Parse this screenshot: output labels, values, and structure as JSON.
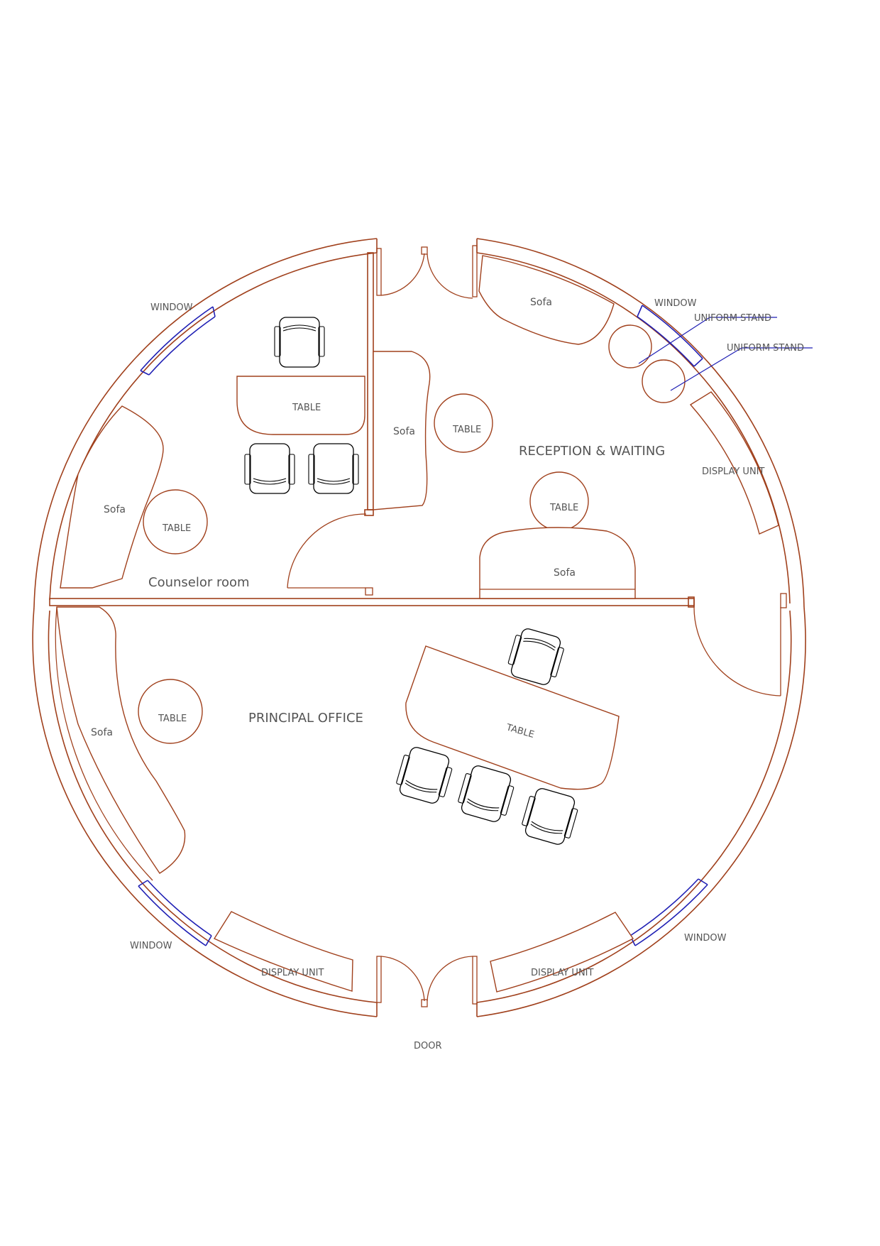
{
  "colors": {
    "wall": "#a0401c",
    "window": "#1f1fb4",
    "chair": "#000000",
    "label": "#555555",
    "background": "#ffffff"
  },
  "rooms": {
    "counselor": "Counselor room",
    "reception": "RECEPTION & WAITING",
    "principal": "PRINCIPAL OFFICE"
  },
  "labels": {
    "window_top_left": "WINDOW",
    "window_top_right": "WINDOW",
    "window_bottom_left": "WINDOW",
    "window_bottom_right": "WINDOW",
    "uniform_stand_1": "UNIFORM STAND",
    "uniform_stand_2": "UNIFORM STAND",
    "display_unit_right": "DISPLAY UNIT",
    "display_unit_bottom_left": "DISPLAY UNIT",
    "display_unit_bottom_right": "DISPLAY UNIT",
    "door": "DOOR"
  },
  "furniture": {
    "counselor_table_desk": "TABLE",
    "counselor_table_round": "TABLE",
    "counselor_sofa": "Sofa",
    "reception_sofa_top": "Sofa",
    "reception_sofa_left": "Sofa",
    "reception_sofa_center": "Sofa",
    "reception_table_1": "TABLE",
    "reception_table_2": "TABLE",
    "principal_sofa": "Sofa",
    "principal_table_round": "TABLE",
    "principal_table_desk": "TABLE"
  }
}
